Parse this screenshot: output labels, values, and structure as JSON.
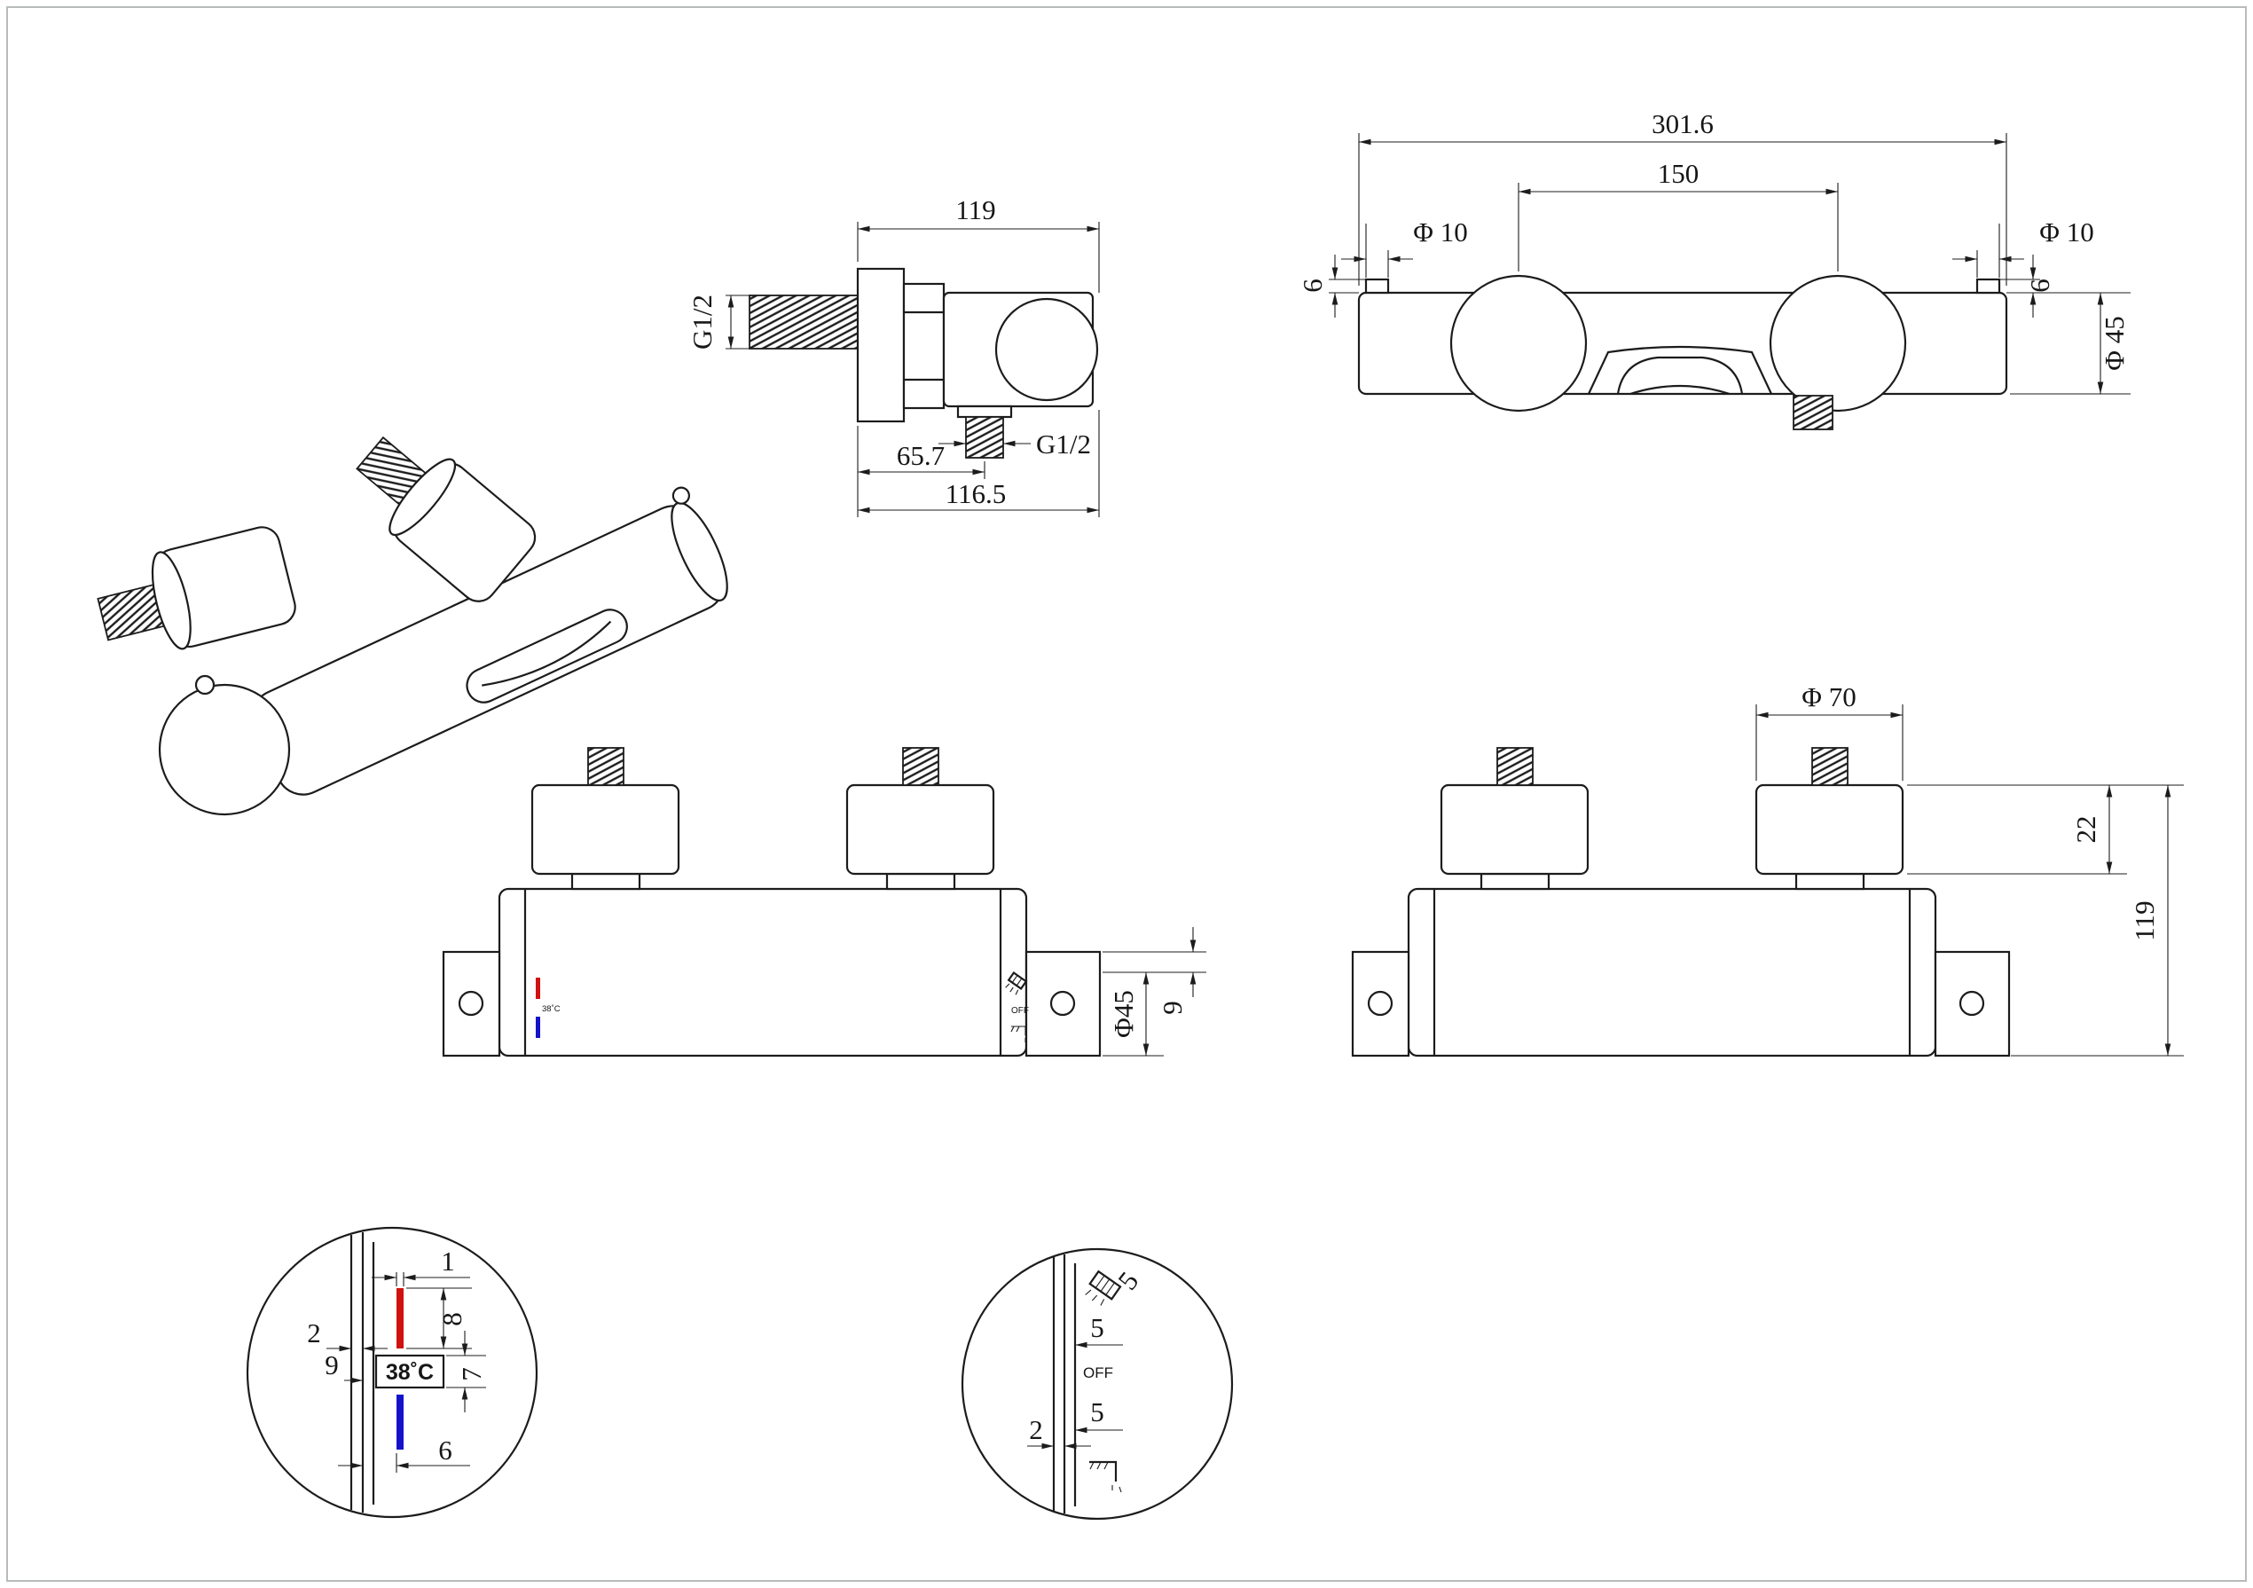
{
  "page": {
    "background": "#ffffff",
    "border_color": "#b7bcba",
    "line_color": "#1c1c1c",
    "hot_color": "#cf1110",
    "cold_color": "#1513c9"
  },
  "views": {
    "side": {
      "dim_depth_body": "119",
      "dim_inlet_thread": "G1/2",
      "dim_outlet_thread": "G1/2",
      "dim_outlet_offset": "65.7",
      "dim_total_depth": "116.5"
    },
    "front": {
      "dim_overall_width": "301.6",
      "dim_inlet_spacing": "150",
      "dim_hole_left": "Φ 10",
      "dim_hole_right": "Φ 10",
      "dim_lip_left": "6",
      "dim_lip_right": "6",
      "dim_body_diameter": "Φ 45"
    },
    "rear_left": {
      "temp_mark": "38˚C",
      "off_mark": "OFF",
      "dim_body_diameter": "Φ45",
      "dim_offset": "9"
    },
    "rear_right": {
      "dim_handle_diameter": "Φ 70",
      "dim_handle_height": "22",
      "dim_total_height": "119"
    },
    "detail_temperature": {
      "dim_mark_width": "1",
      "dim_hot_length": "8",
      "dim_wall_thickness": "2",
      "dim_gap": "9",
      "temp_label": "38˚C",
      "dim_label_height": "7",
      "dim_cold_length": "6"
    },
    "detail_diverter": {
      "dim_shower_gap": "5",
      "dim_top_gap": "5",
      "off_label": "OFF",
      "dim_wall_thickness": "2",
      "dim_bottom_gap": "5"
    }
  }
}
